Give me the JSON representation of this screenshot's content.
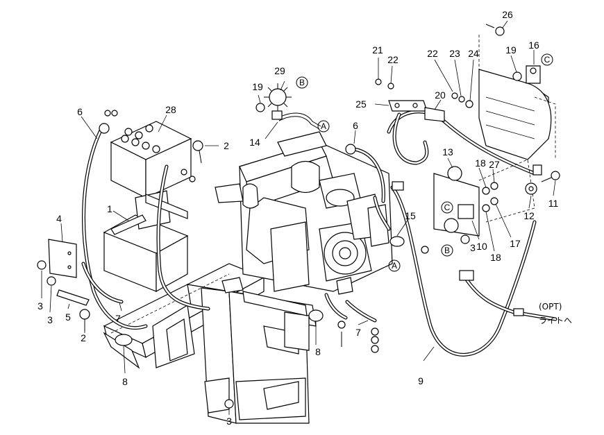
{
  "callouts": {
    "n1": "1",
    "n2a": "2",
    "n2b": "2",
    "n3a": "3",
    "n3b": "3",
    "n3c": "3",
    "n3d": "3",
    "n4": "4",
    "n5": "5",
    "n6a": "6",
    "n6b": "6",
    "n7a": "7",
    "n7b": "7",
    "n8a": "8",
    "n8b": "8",
    "n9": "9",
    "n10": "10",
    "n11": "11",
    "n12": "12",
    "n13": "13",
    "n14": "14",
    "n15": "15",
    "n16": "16",
    "n17": "17",
    "n18a": "18",
    "n18b": "18",
    "n19a": "19",
    "n19b": "19",
    "n20": "20",
    "n21": "21",
    "n22a": "22",
    "n22b": "22",
    "n23": "23",
    "n24": "24",
    "n25": "25",
    "n26": "26",
    "n27": "27",
    "n28": "28",
    "n29": "29"
  },
  "refs": {
    "a1": "A",
    "a2": "A",
    "b1": "B",
    "b2": "B",
    "c1": "C",
    "c2": "C"
  },
  "note": {
    "line1": "(OPT)",
    "line2": "ライトへ"
  }
}
